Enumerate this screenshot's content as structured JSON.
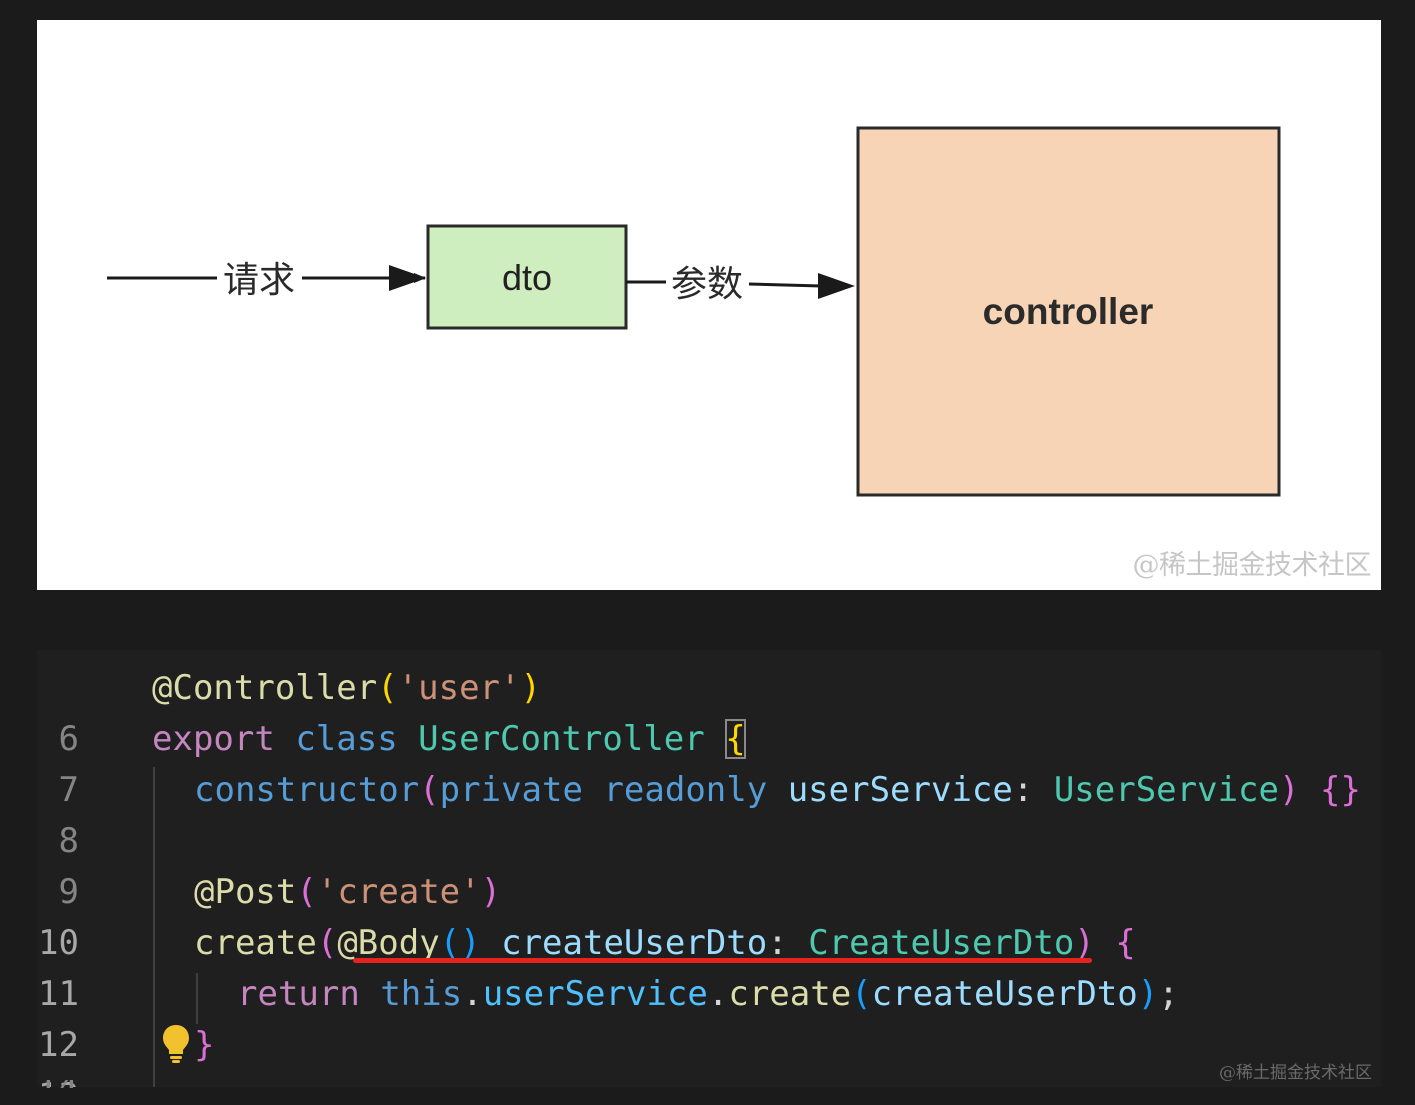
{
  "diagram": {
    "nodes": {
      "dto": {
        "label": "dto",
        "fill": "#cfeec0"
      },
      "controller": {
        "label": "controller",
        "fill": "#f8d4b7"
      }
    },
    "edges": {
      "request": {
        "label": "请求"
      },
      "params": {
        "label": "参数"
      }
    },
    "watermark": "@稀土掘金技术社区"
  },
  "code": {
    "lines": [
      {
        "n": "6"
      },
      {
        "n": "7"
      },
      {
        "n": "8"
      },
      {
        "n": "9"
      },
      {
        "n": "10"
      },
      {
        "n": "11"
      },
      {
        "n": "12"
      },
      {
        "n": "13"
      }
    ],
    "partial_line_number": "14",
    "tokens": {
      "l6": {
        "a": "@Controller",
        "b": "(",
        "c": "'user'",
        "d": ")"
      },
      "l7": {
        "a": "export",
        "b": "class",
        "c": "UserController",
        "d": "{"
      },
      "l8": {
        "a": "constructor",
        "b": "(",
        "c": "private",
        "d": "readonly",
        "e": "userService",
        "f": ":",
        "g": "UserService",
        "h": ")",
        "i": "{}"
      },
      "l10": {
        "a": "@Post",
        "b": "(",
        "c": "'create'",
        "d": ")"
      },
      "l11": {
        "a": "create",
        "b": "(",
        "c": "@Body",
        "d": "()",
        "e": "createUserDto",
        "f": ":",
        "g": "CreateUserDto",
        "h": ")",
        "i": "{"
      },
      "l12": {
        "a": "return",
        "b": "this",
        "c": ".",
        "d": "userService",
        "e": ".",
        "f": "create",
        "g": "(",
        "h": "createUserDto",
        "i": ")",
        "j": ";"
      },
      "l13": {
        "a": "}"
      }
    },
    "watermark": "@稀土掘金技术社区",
    "colors": {
      "highlight_underline": "#e8221c",
      "lightbulb": "#f2c12e"
    }
  }
}
